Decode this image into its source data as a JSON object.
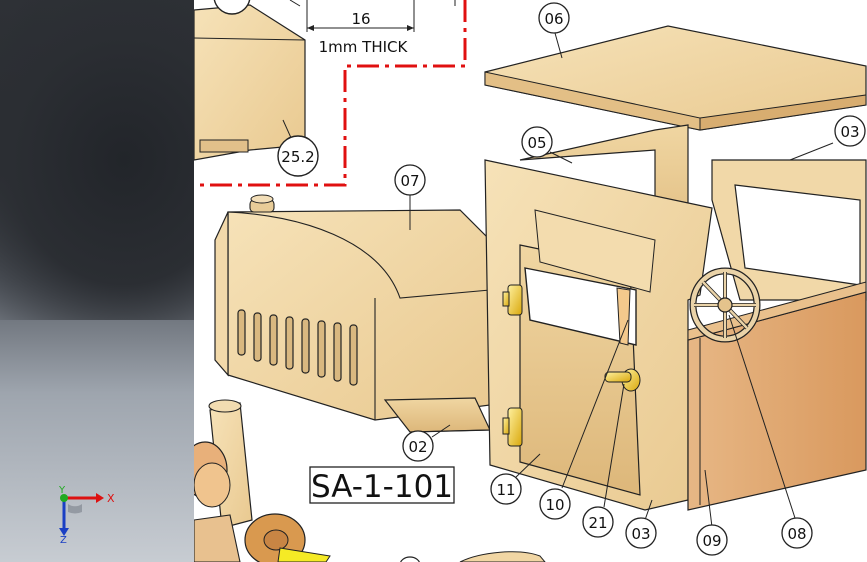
{
  "drawing": {
    "title_block": "SA-1-101",
    "dimension": {
      "value": "16",
      "note": "1mm THICK"
    },
    "balloons": {
      "b252": "25.2",
      "b07": "07",
      "b06": "06",
      "b05": "05",
      "b03_top": "03",
      "b02": "02",
      "b11": "11",
      "b10": "10",
      "b21": "21",
      "b03_bottom": "03",
      "b09": "09",
      "b08": "08"
    }
  },
  "triad": {
    "x_label": "X",
    "y_label": "Y",
    "z_label": "Z"
  },
  "colors": {
    "accent_red": "#e01010",
    "wood_light": "#f3dcae",
    "wood_mid": "#e8c68e",
    "wood_dark": "#d9a45d",
    "brass": "#e8b820"
  }
}
